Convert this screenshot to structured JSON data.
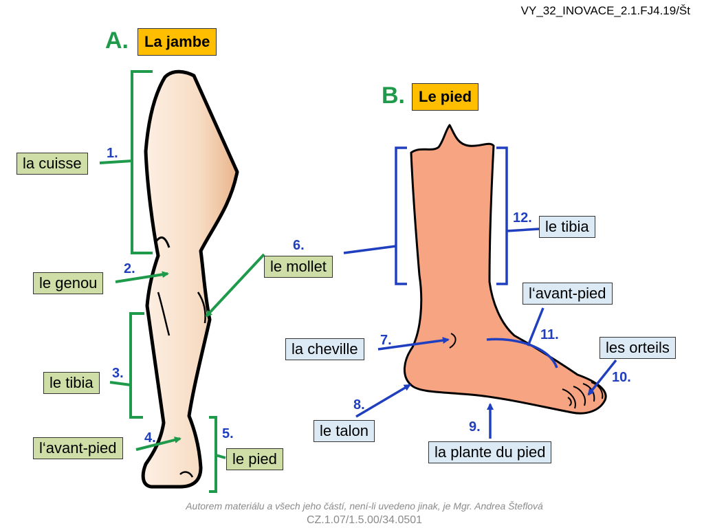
{
  "header": {
    "code": "VY_32_INOVACE_2.1.FJ4.19/Št"
  },
  "section_a": {
    "letter": "A.",
    "title": "La jambe",
    "labels": [
      {
        "num": "1.",
        "text": "la cuisse"
      },
      {
        "num": "2.",
        "text": "le genou"
      },
      {
        "num": "3.",
        "text": "le tibia"
      },
      {
        "num": "4.",
        "text": "l‘avant-pied"
      },
      {
        "num": "5.",
        "text": "le pied"
      },
      {
        "num": "6.",
        "text": "le mollet"
      }
    ]
  },
  "section_b": {
    "letter": "B.",
    "title": "Le pied",
    "labels": [
      {
        "num": "7.",
        "text": "la cheville"
      },
      {
        "num": "8.",
        "text": "le talon"
      },
      {
        "num": "9.",
        "text": "la plante du pied"
      },
      {
        "num": "10.",
        "text": "les orteils"
      },
      {
        "num": "11.",
        "text": "l‘avant-pied"
      },
      {
        "num": "12.",
        "text": "le tibia"
      }
    ]
  },
  "footer": {
    "author": "Autorem materiálu a všech jeho částí, není-li uvedeno jinak, je Mgr. Andrea Šteflová",
    "project": "CZ.1.07/1.5.00/34.0501"
  },
  "colors": {
    "leg_skin": "#f7dcc4",
    "foot_skin": "#f7a482",
    "green_leader": "#1f9a4a",
    "blue_leader": "#1f3fbf",
    "title_fill": "#ffbf00",
    "green_label_fill": "#cfdda6",
    "blue_label_fill": "#dbeaf5"
  }
}
